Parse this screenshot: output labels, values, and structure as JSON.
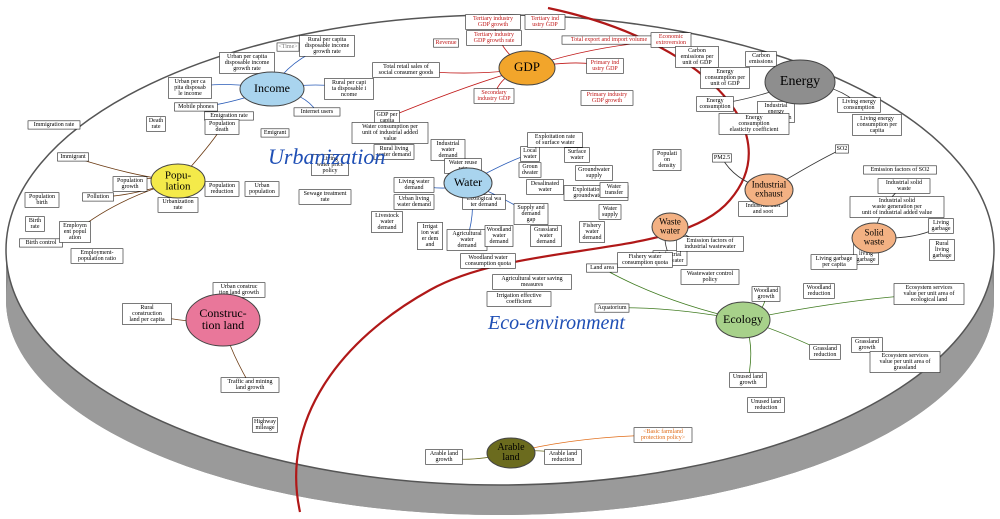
{
  "regions": {
    "urbanization": "Urbanization",
    "eco_environment": "Eco-environment"
  },
  "hubs": {
    "gdp": "GDP",
    "energy": "Energy",
    "income": "Income",
    "population": "Popu-\nlation",
    "water": "Water",
    "construction_land": "Construc-\ntion land",
    "ecology": "Ecology",
    "arable_land": "Arable\nland",
    "waste_water": "Waste\nwater",
    "industrial_exhaust": "Industrial\nexhaust",
    "solid_waste": "Solid\nwaste"
  },
  "nodes": {
    "revenue": "Revenue",
    "tertiary_gdp_growth": "Tertiary industry\nGDP growth",
    "tertiary_ind_gdp": "Tertiary ind\nustry GDP",
    "tertiary_gdp_growth_rate": "Tertiary industry\nGDP growth rate",
    "total_export_import": "Total export and import volume",
    "economic_extroversion": "Economic\nextroversion",
    "carbon_emissions": "Carbon\nemissions",
    "carbon_emissions_per_gdp": "Carbon\nemissions per\nunit of GDP",
    "secondary_industry_gdp": "Secondary\nindustry GDP",
    "primary_industry_gdp": "Primary ind\nustry GDP",
    "primary_gdp_growth": "Primary industry\nGDP growth",
    "energy_consumption_per_gdp": "Energy\nconsumption per\nunit of GDP",
    "energy_consumption": "Energy\nconsumption",
    "living_energy_consumption": "Living energy\nconsumption",
    "living_energy_per_capita": "Living energy\nconsumption per\ncapita",
    "industrial_energy_consumption": "Industrial\nenergy\nconsumption",
    "energy_elasticity": "Energy\nconsumption\nelasticity coefficient",
    "gdp_per_capita": "GDP per\ncapita",
    "internet_users": "Internet users",
    "mobile_phones": "Mobile phones",
    "rural_disposable_income_growth_rate": "Rural per capita\ndisposable income\ngrowth rate",
    "rural_disposable_income": "Rural per capi\nta disposable i\nncome",
    "urban_disposable_income": "Urban per ca\npita disposab\nle income",
    "urban_disposable_income_growth_rate": "Urban per capita\ndisposable income\ngrowth rate",
    "total_retail_sales": "Total retail sales of\nsocial consumer goods",
    "immigration_rate": "Immigration rate",
    "emigration_rate": "Emigration rate",
    "death_rate": "Death\nrate",
    "population_death": "Population\ndeath",
    "immigrant": "Immigrant",
    "emigrant": "Emigrant",
    "population_growth": "Population\ngrowth",
    "population_birth": "Population\nbirth",
    "birth_rate": "Birth\nrate",
    "birth_control": "Birth control",
    "employment_population": "Employm\nent popul\nation",
    "employment_population_ratio": "Employment-\npopulation ratio",
    "urbanization_rate": "Urbanization\nrate",
    "urban_population": "Urban\npopulation",
    "population_reduction": "Population\nreduction",
    "pollution": "Pollution",
    "sewage_treatment_rate": "Sewage treatment\nrate",
    "water_consumption_per_gdp": "Water consumption per\nunit of industrial added\nvalue",
    "living_water_price": "Living\nwater price\npolicy",
    "living_water_demand": "Living water\ndemand",
    "urban_living_water": "Urban living\nwater demand",
    "rural_living_water": "Rural living\nwater demand",
    "industrial_water_demand": "Industrial\nwater\ndemand",
    "water_reuse_rate": "Water reuse\nrate",
    "local_water": "Local\nwater",
    "groundwater": "Groun\ndwater",
    "surface_water": "Surface\nwater",
    "groundwater_supply": "Groundwater\nsupply",
    "exploitation_surface_water": "Exploitation rate\nof surface water",
    "exploitation_groundwater": "Exploitation rate of\ngroundwater water",
    "desalinated_water": "Desalinated\nwater",
    "ecological_water_demand": "Ecological wa\nter demand",
    "agricultural_water_demand": "Agricultural\nwater\ndemand",
    "livestock_water_demand": "Livestock\nwater\ndemand",
    "irrigation_water_demand": "Irrigat\nion wat\ner dem\nand",
    "woodland_water_demand": "Woodland\nwater\ndemand",
    "grassland_water_demand": "Grassland\nwater\ndemand",
    "fishery_water_demand": "Fishery\nwater\ndemand",
    "supply_demand_gap": "Supply and\ndemand\ngap",
    "water_supply": "Water\nsupply",
    "water_transfer": "Water\ntransfer",
    "population_density": "Populati\non\ndensity",
    "pm25": "PM2.5",
    "so2": "SO2",
    "so2_emission_factors": "Emission factors of SO2",
    "industrial_solid_waste": "Industrial solid\nwaste",
    "industrial_solid_waste_generation": "Industrial solid\nwaste generation per\nunit of industrial added value",
    "industrial_dust": "Industrial dust\nand soot",
    "living_garbage": "Living\ngarbage",
    "rural_living_garbage": "Rural\nliving\ngarbage",
    "urban_living_garbage": "Urban\nliving\ngarbage",
    "living_garbage_per_capita": "Living garbage\nper capita",
    "industrial_wastewater": "Industrial\nwastewater",
    "wastewater_emission_factors": "Emission factors of\nindustrial wastewater",
    "wastewater_control_policy": "Wastewater control\npolicy",
    "land_area": "Land area",
    "woodland_growth": "Woodland\ngrowth",
    "woodland_reduction": "Woodland\nreduction",
    "grassland_reduction": "Grassland\nreduction",
    "grassland_growth": "Grassland\ngrowth",
    "ecosystem_services_value": "Ecosystem services\nvalue per unit area of\necological land",
    "ecosystem_services_grassland": "Ecosystem services\nvalue per unit area of\ngrassland",
    "arable_land_growth": "Arable land\ngrowth",
    "arable_land_reduction": "Arable land\nreduction",
    "basic_farmland": "<Basic farmland\nprotection policy>",
    "traffic_mining_growth": "Traffic and mining\nland growth",
    "highway_mileage": "Highway\nmileage",
    "urban_construction_growth": "Urban construc\ntion land growth",
    "rural_construction_land": "Rural\nconstruction\nland per capita",
    "unused_land_reduction": "Unused land\nreduction",
    "unused_land_growth": "Unused land\ngrowth",
    "irrigation_effective": "Irrigation effective\ncoefficient",
    "agri_water_saving": "Agricultural water saving\nmeasures",
    "woodland_water_consumption": "Woodland water\nconsumption quota",
    "fishery_water_quota": "Fishery water\nconsumption quota",
    "aquatorium": "Aquatorium",
    "time": "<Time>"
  },
  "colors": {
    "gdp_hub": "#F2A52B",
    "energy_hub": "#8E8E8E",
    "income_hub": "#A9D4EE",
    "population_hub": "#F4EA4A",
    "water_hub": "#A9D4EE",
    "construction_hub": "#E9779A",
    "ecology_hub": "#A7D18A",
    "arable_hub": "#6B6B1E",
    "pollution_hub": "#F3B183",
    "disc_rim": "#8C8C8C",
    "boundary_line": "#B01818"
  }
}
